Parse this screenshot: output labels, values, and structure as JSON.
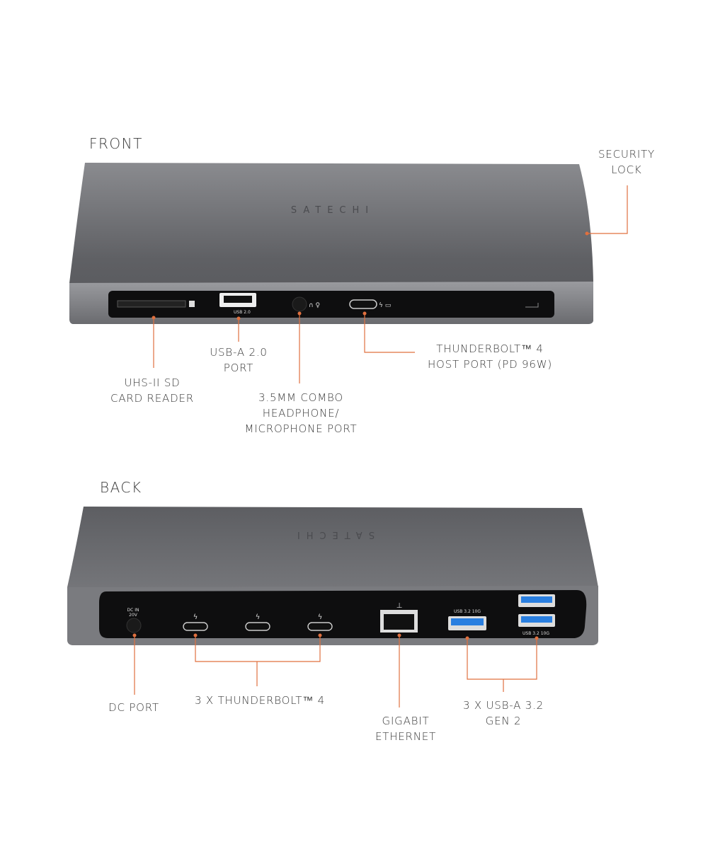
{
  "front": {
    "section_title": "FRONT",
    "brand": "SATECHI",
    "usb_port_text": "USB 2.0",
    "labels": {
      "security_lock": [
        "SECURITY",
        "LOCK"
      ],
      "usb_a_2": [
        "USB-A 2.0",
        "PORT"
      ],
      "thunderbolt_host": [
        "THUNDERBOLT™ 4",
        "HOST PORT (PD 96W)"
      ],
      "sd_reader": [
        "UHS-II SD",
        "CARD READER"
      ],
      "audio": [
        "3.5MM COMBO",
        "HEADPHONE/",
        "MICROPHONE PORT"
      ]
    }
  },
  "back": {
    "section_title": "BACK",
    "brand": "SATECHI",
    "dc_text": [
      "DC IN",
      "20V"
    ],
    "usb_port_text": "USB 3.2 10G",
    "labels": {
      "dc_port": [
        "DC PORT"
      ],
      "thunderbolt": [
        "3 X THUNDERBOLT™ 4"
      ],
      "ethernet": [
        "GIGABIT",
        "ETHERNET"
      ],
      "usb_a_32": [
        "3 X USB-A 3.2",
        "GEN 2"
      ]
    }
  },
  "colors": {
    "accent": "#e0703f",
    "device": "#6e6f73",
    "panel": "#0e0e0f"
  }
}
